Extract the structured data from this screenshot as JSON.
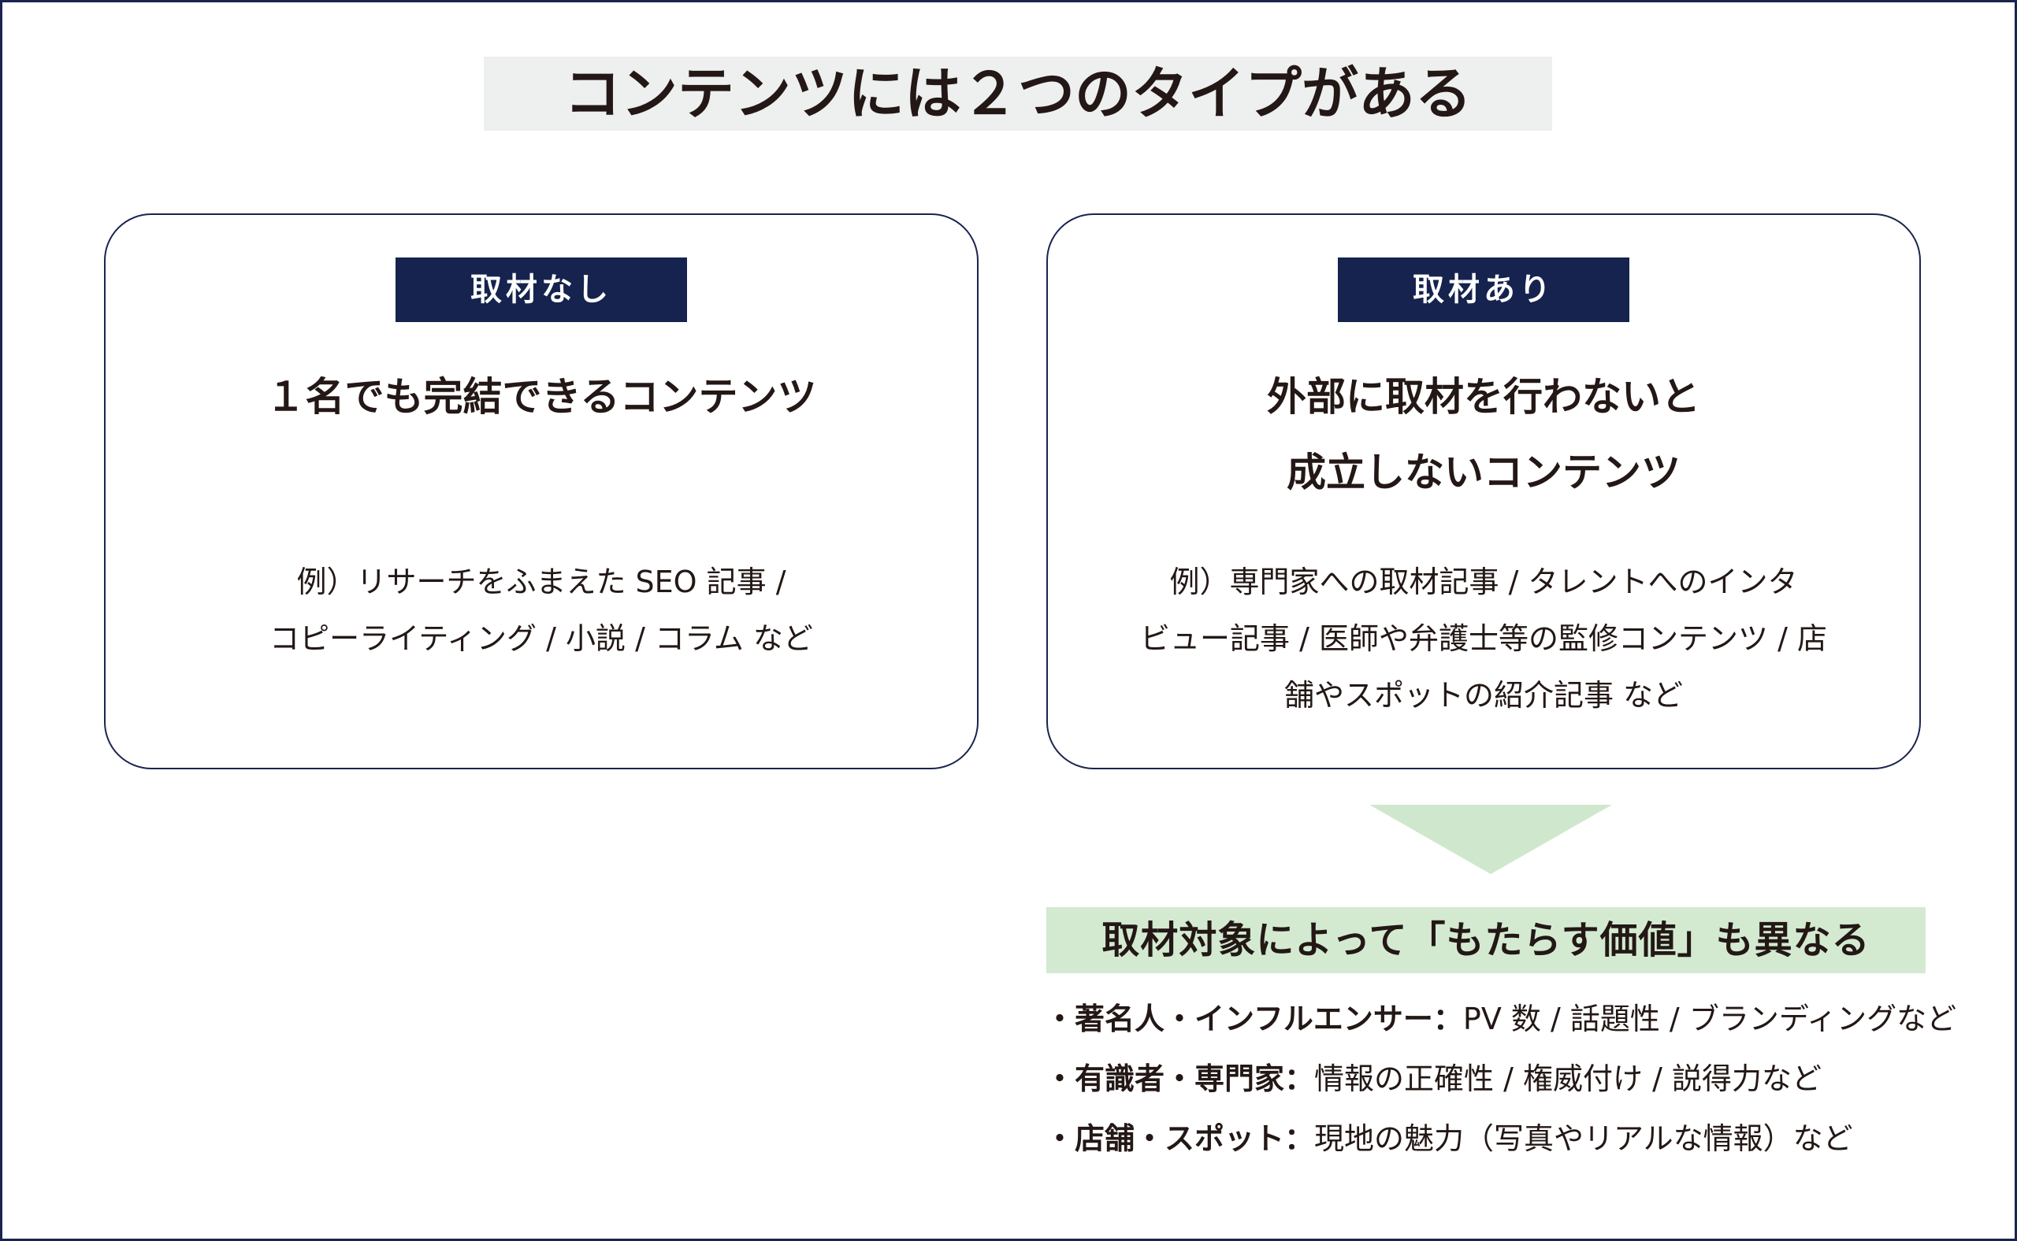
{
  "title": "コンテンツには２つのタイプがある",
  "cards": [
    {
      "label": "取材なし",
      "heading_lines": [
        "１名でも完結できるコンテンツ"
      ],
      "example_lines": [
        "例）リサーチをふまえた SEO 記事 /",
        "コピーライティング / 小説 / コラム など"
      ]
    },
    {
      "label": "取材あり",
      "heading_lines": [
        "外部に取材を行わないと",
        "成立しないコンテンツ"
      ],
      "example_lines": [
        "例）専門家への取材記事 / タレントへのインタ",
        "ビュー記事 / 医師や弁護士等の監修コンテンツ / 店",
        "舗やスポットの紹介記事 など"
      ]
    }
  ],
  "arrow": {
    "icon": "triangle-down-icon",
    "color": "#cfe8cd"
  },
  "result": {
    "heading": "取材対象によって「もたらす価値」も異なる",
    "bullet": "・",
    "separator": "：",
    "items": [
      {
        "label": "著名人・インフルエンサー",
        "value": "PV 数 / 話題性 / ブランディングなど"
      },
      {
        "label": "有識者・専門家",
        "value": "情報の正確性 / 権威付け / 説得力など"
      },
      {
        "label": "店舗・スポット",
        "value": "現地の魅力（写真やリアルな情報）など"
      }
    ]
  },
  "colors": {
    "navy": "#15234e",
    "title_bg": "#eeefef",
    "green_banner": "#d3ead1",
    "text": "#231815"
  }
}
